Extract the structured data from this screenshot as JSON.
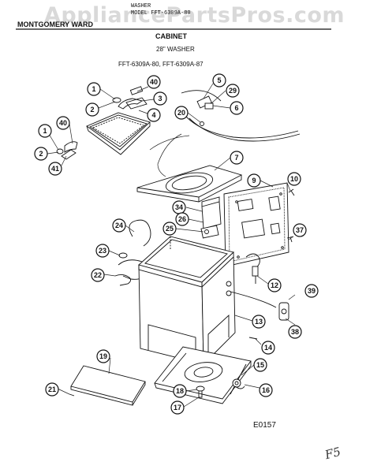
{
  "header": {
    "brand": "MONTGOMERY WARD",
    "model_small": "WASHER",
    "model_line": "MODEL FFT-6309A-80",
    "section": "CABINET",
    "product": "28\" WASHER",
    "models": "FFT-6309A-80, FFT-6309A-87"
  },
  "watermark": "AppliancePartsPros.com",
  "diagram_code": "E0157",
  "handwritten_mark": "F5",
  "callouts": [
    "1",
    "2",
    "3",
    "4",
    "5",
    "6",
    "7",
    "9",
    "10",
    "12",
    "13",
    "14",
    "15",
    "16",
    "17",
    "18",
    "19",
    "20",
    "21",
    "22",
    "23",
    "24",
    "25",
    "26",
    "29",
    "34",
    "37",
    "38",
    "39",
    "40",
    "41"
  ]
}
